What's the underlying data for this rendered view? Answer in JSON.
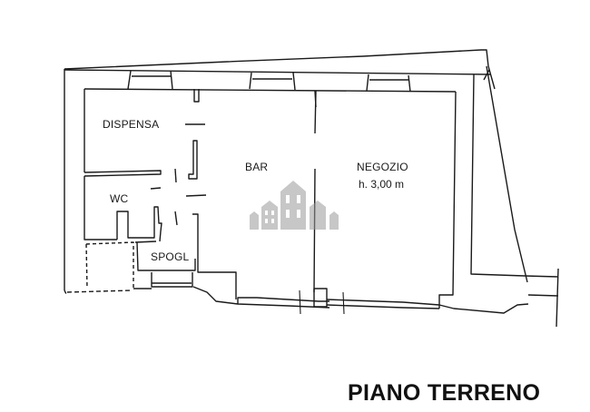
{
  "drawing": {
    "title": "PIANO TERRENO",
    "rooms": [
      {
        "id": "dispensa",
        "label": "DISPENSA"
      },
      {
        "id": "wc",
        "label": "WC"
      },
      {
        "id": "spogl",
        "label": "SPOGL"
      },
      {
        "id": "bar",
        "label": "BAR"
      },
      {
        "id": "negozio",
        "label": "NEGOZIO",
        "height_note": "h. 3,00 m"
      }
    ],
    "watermark": {
      "icon": "buildings-icon",
      "color": "#9a9a9a"
    },
    "colors": {
      "lines": "#1a1a1a",
      "background": "#ffffff"
    }
  }
}
